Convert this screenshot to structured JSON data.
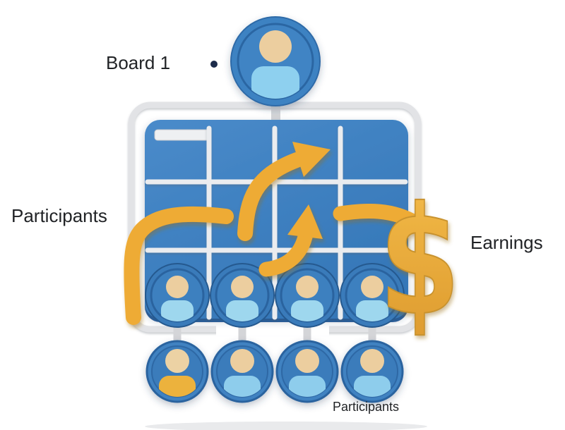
{
  "labels": {
    "board": "Board 1",
    "participants_left": "Participants",
    "earnings": "Earnings",
    "participants_bottom": "Participants"
  },
  "symbols": {
    "dollar": "$"
  },
  "structure": {
    "top_members": 1,
    "board_row_members": 4,
    "waiting_row_members": 4,
    "highlighted_waiting_member_index": 1
  },
  "colors": {
    "background": "#ffffff",
    "board_blue": "#3d80bf",
    "board_blue_deep": "#2b62a0",
    "avatar_blue": "#3a7cbb",
    "avatar_ring": "#2a639f",
    "head_tan": "#ecce9f",
    "body_light_blue": "#8ecdec",
    "body_gold": "#ecb23d",
    "arrow_gold": "#eeab36",
    "frame_gray": "#dfe0e3",
    "grid_white": "#eef0f2",
    "text": "#212326",
    "bullet": "#1c2b4a"
  }
}
